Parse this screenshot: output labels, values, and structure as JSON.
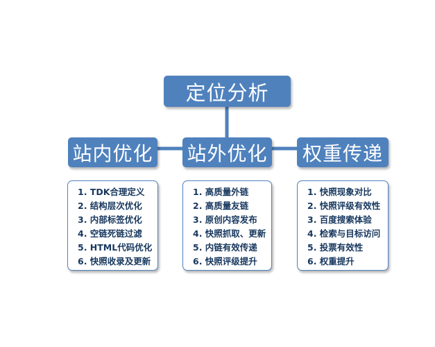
{
  "diagram": {
    "root": {
      "label": "定位分析"
    },
    "branches": [
      {
        "label": "站内优化",
        "items": [
          "1. TDK合理定义",
          "2. 结构层次优化",
          "3. 内部标签优化",
          "4. 空链死链过滤",
          "5. HTML代码优化",
          "6. 快照收录及更新"
        ]
      },
      {
        "label": "站外优化",
        "items": [
          "1. 高质量外链",
          "2. 高质量友链",
          "3. 原创内容发布",
          "4. 快照抓取、更新",
          "5. 内链有效传递",
          "6. 快照评级提升"
        ]
      },
      {
        "label": "权重传递",
        "items": [
          "1. 快照现象对比",
          "2. 快照评级有效性",
          "3. 百度搜索体验",
          "4. 检索与目标访问",
          "5. 投票有效性",
          "6. 权重提升"
        ]
      }
    ],
    "colors": {
      "node_fill": "#4f81bd",
      "node_text": "#ffffff",
      "list_text": "#17375e",
      "connector": "#4f81bd"
    }
  }
}
